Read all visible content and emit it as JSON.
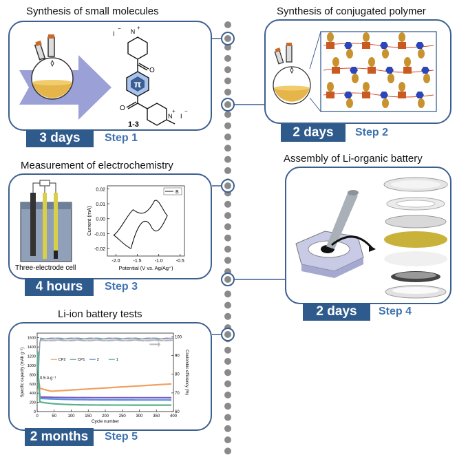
{
  "steps": [
    {
      "title": "Synthesis of small molecules",
      "duration": "3 days",
      "label": "Step 1"
    },
    {
      "title": "Synthesis of conjugated polymer",
      "duration": "2 days",
      "label": "Step 2"
    },
    {
      "title": "Measurement of electrochemistry",
      "duration": "4 hours",
      "label": "Step 3"
    },
    {
      "title": "Assembly of Li-organic battery",
      "duration": "2 days",
      "label": "Step 4"
    },
    {
      "title": "Li-ion battery tests",
      "duration": "2 months",
      "label": "Step 5"
    }
  ],
  "molecule": {
    "compound_label": "1-3",
    "core_symbol": "π",
    "atom_O": "O",
    "atom_N": "N",
    "atom_I": "I",
    "charge_plus": "+",
    "charge_minus": "−"
  },
  "cv_plot": {
    "ylabel": "Current (mA)",
    "xlabel": "Potential (V vs. Ag/Ag⁺)",
    "yticks": [
      "0.02",
      "0.01",
      "0.00",
      "-0.01",
      "-0.02"
    ],
    "xticks": [
      "-2.0",
      "-1.5",
      "-1.0",
      "-0.5"
    ],
    "legend": "B",
    "cell_label": "Three-electrode cell"
  },
  "battery_plot": {
    "ylabel_left": "Specific capacity (mAh g⁻¹)",
    "ylabel_right": "Coulombic efficiency (%)",
    "xlabel": "Cycle number",
    "yticks_left": [
      "1600",
      "1400",
      "1200",
      "1000",
      "800",
      "600",
      "400",
      "200",
      "0"
    ],
    "yticks_right": [
      "100",
      "90",
      "80",
      "70",
      "60"
    ],
    "xticks": [
      "0",
      "50",
      "100",
      "150",
      "200",
      "250",
      "300",
      "350",
      "400"
    ],
    "legend": [
      "CP2",
      "CP1",
      "2",
      "1"
    ],
    "rate": "0.5 A g⁻¹"
  }
}
